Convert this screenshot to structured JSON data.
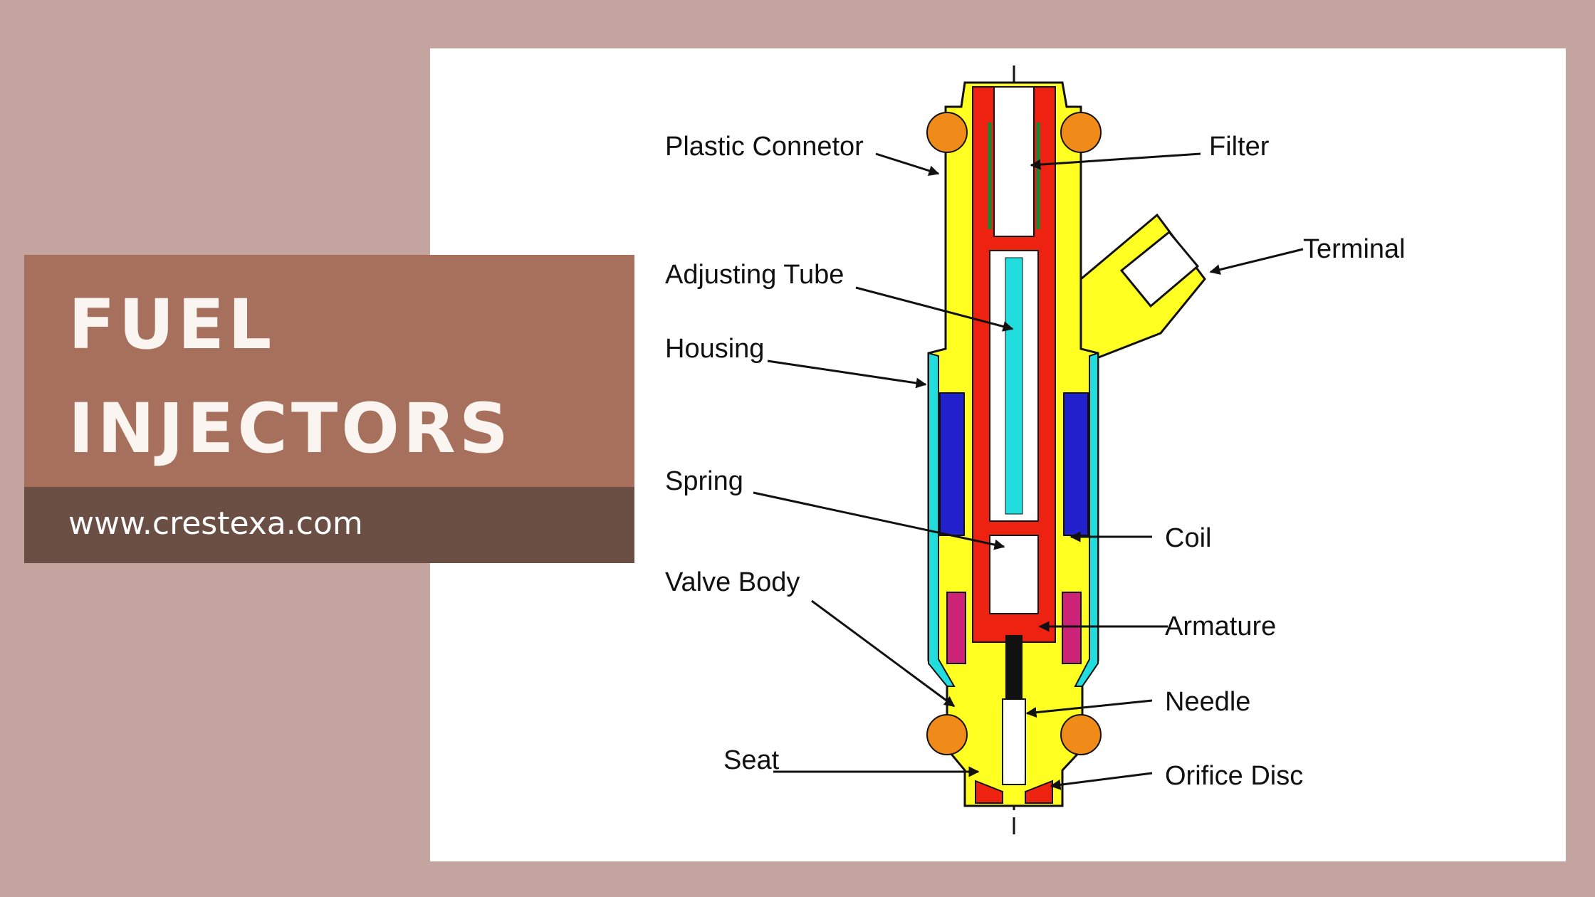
{
  "title": {
    "line1": "FUEL",
    "line2": "INJECTORS"
  },
  "website": "www.crestexa.com",
  "diagram_labels": {
    "plastic_connector": "Plastic Connetor",
    "filter": "Filter",
    "terminal": "Terminal",
    "adjusting_tube": "Adjusting Tube",
    "housing": "Housing",
    "spring": "Spring",
    "coil": "Coil",
    "valve_body": "Valve Body",
    "armature": "Armature",
    "needle": "Needle",
    "seat": "Seat",
    "orifice_disc": "Orifice Disc"
  },
  "colors": {
    "background": "#c4a49e",
    "panel": "#ffffff",
    "title_box": "#a6705d",
    "url_box": "#6b4f45",
    "body_yellow": "#ffff22",
    "tube_red": "#ee2211",
    "orange_ring": "#f08a18",
    "coil_blue": "#2222cc",
    "cyan": "#22dddd",
    "magenta": "#cc2277",
    "green": "#118833"
  }
}
